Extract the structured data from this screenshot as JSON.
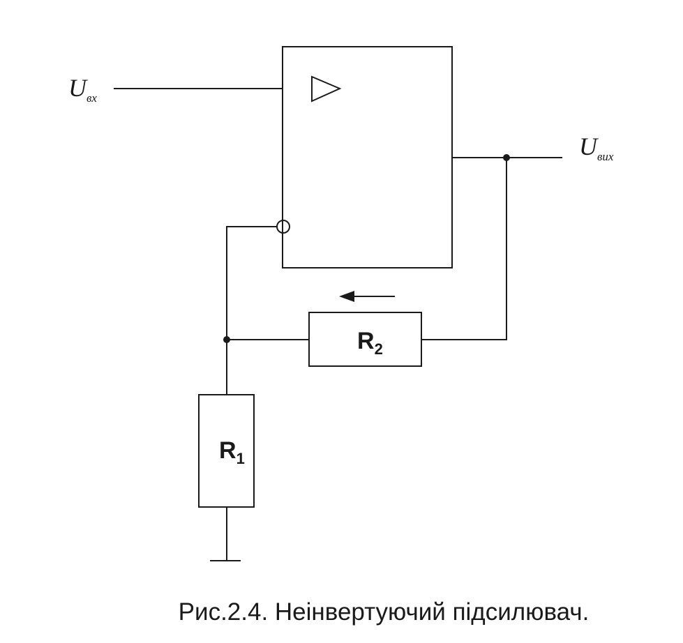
{
  "diagram": {
    "input_label": {
      "main": "U",
      "sub": "вх"
    },
    "output_label": {
      "main": "U",
      "sub": "вих"
    },
    "r1_label": {
      "main": "R",
      "sub": "1"
    },
    "r2_label": {
      "main": "R",
      "sub": "2"
    },
    "caption": "Рис.2.4. Неінвертуючий підсилювач."
  }
}
